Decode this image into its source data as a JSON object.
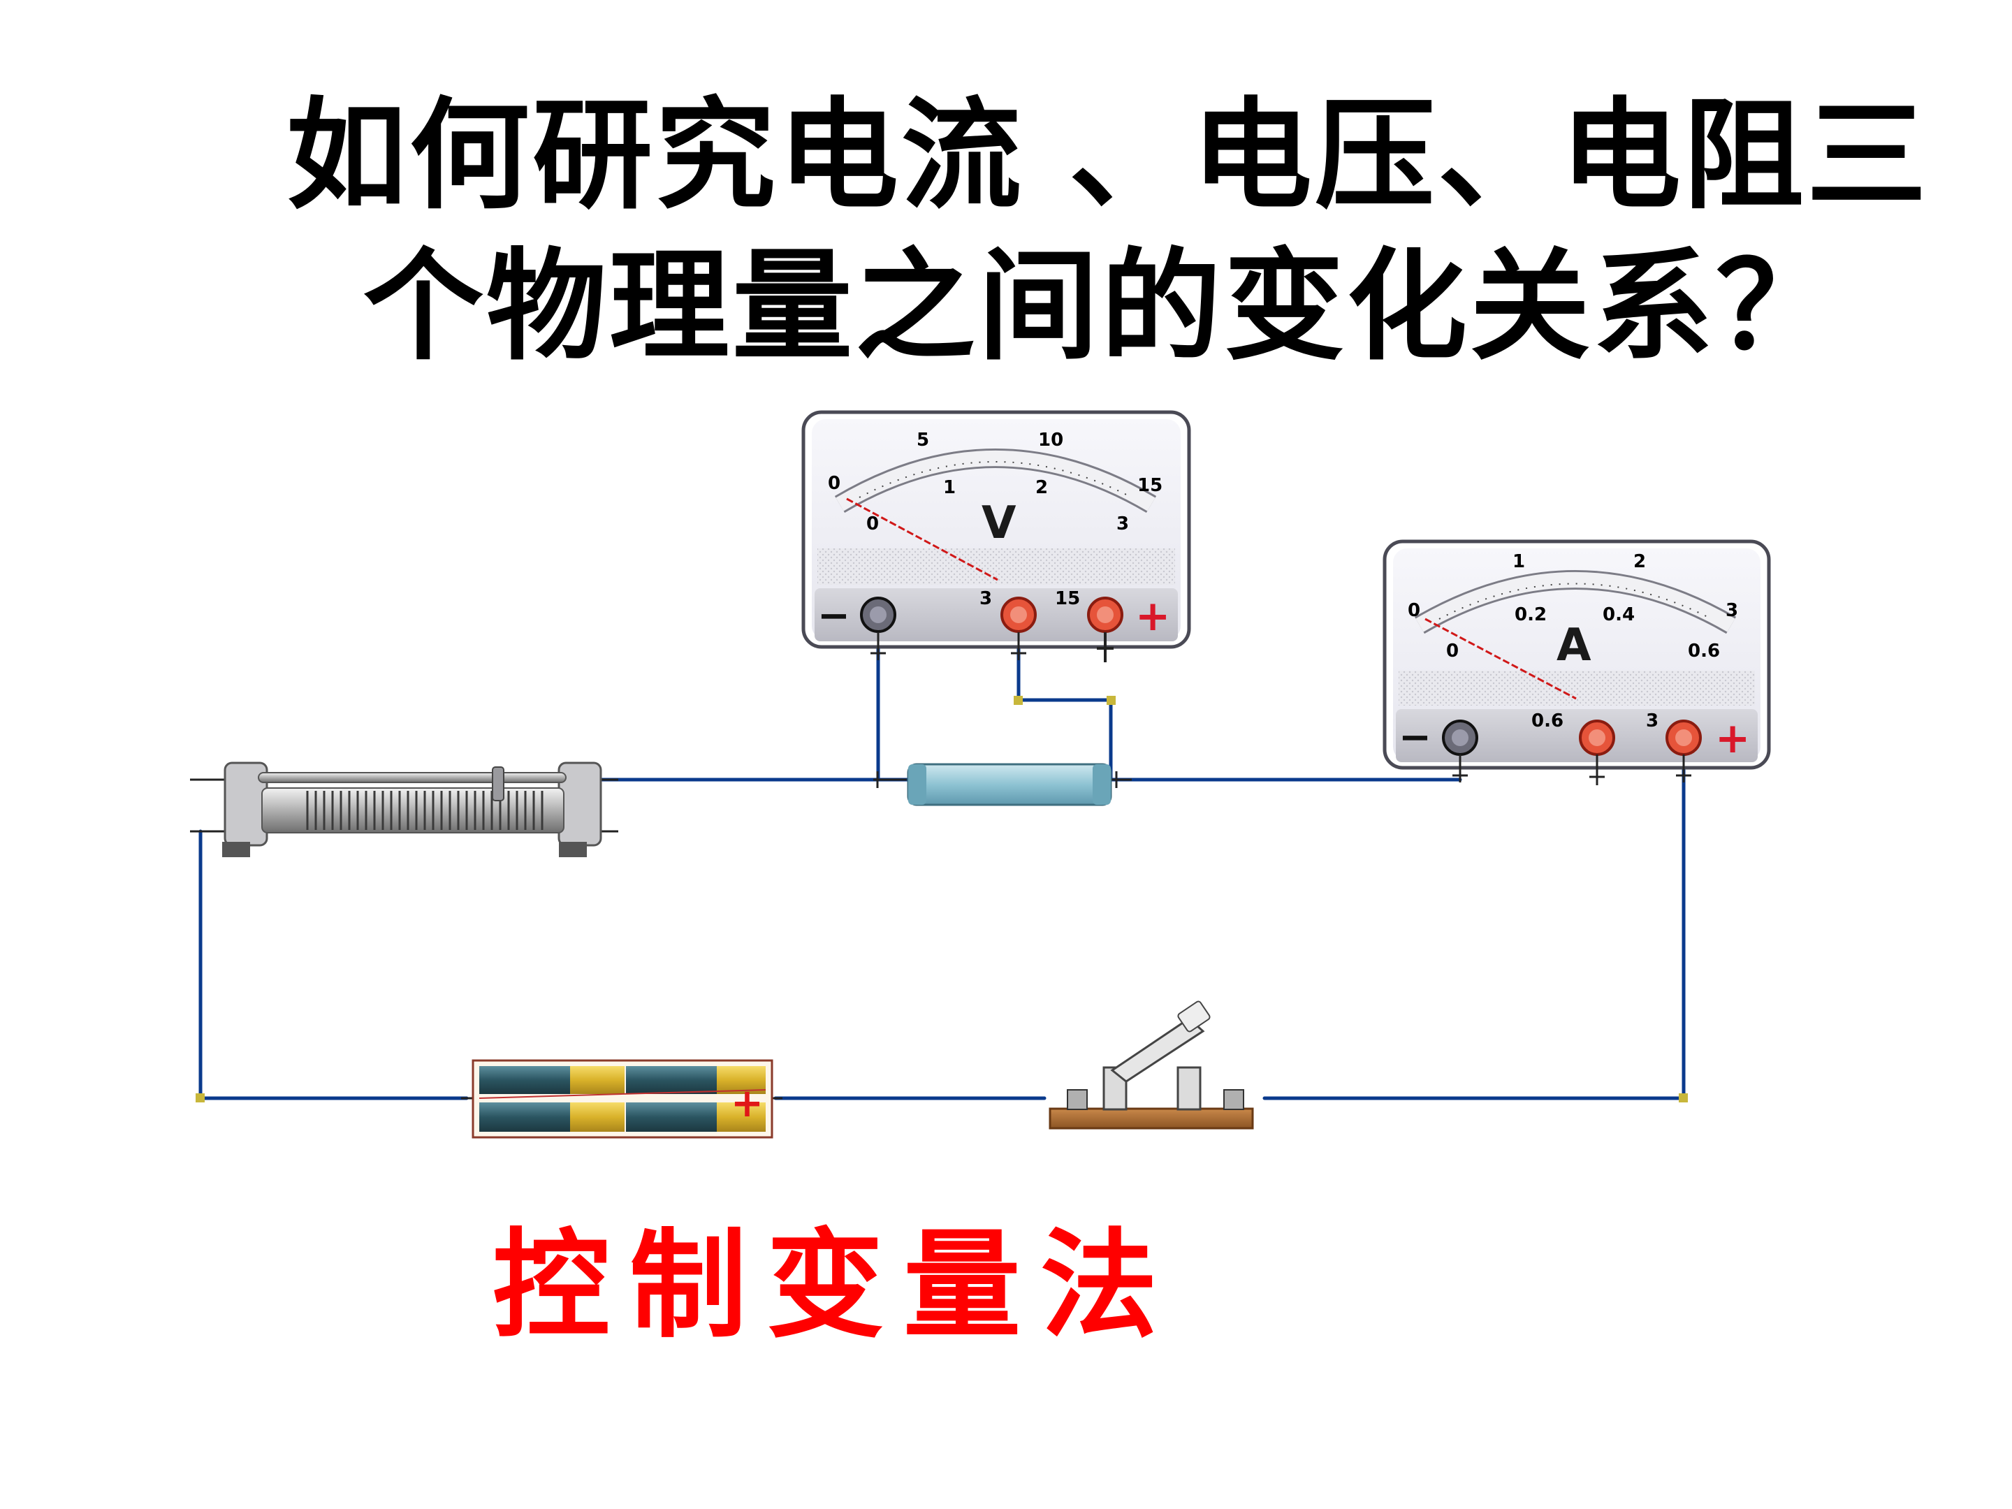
{
  "title": {
    "line1": "如何研究电流 、电压、电阻三",
    "line2": "个物理量之间的变化关系？"
  },
  "method_label": "控制变量法",
  "voltmeter": {
    "unit": "V",
    "upper_scale": [
      "0",
      "5",
      "10",
      "15"
    ],
    "lower_scale": [
      "0",
      "1",
      "2",
      "3"
    ],
    "terminal_minus": "−",
    "terminal_3_label": "3",
    "terminal_15_label": "15",
    "terminal_plus": "+",
    "needle_reading": 0
  },
  "ammeter": {
    "unit": "A",
    "upper_scale": [
      "0",
      "1",
      "2",
      "3"
    ],
    "lower_scale": [
      "0",
      "0.2",
      "0.4",
      "0.6"
    ],
    "terminal_minus": "−",
    "terminal_06_label": "0.6",
    "terminal_3_label": "3",
    "terminal_plus": "+",
    "needle_reading": 0
  },
  "battery": {
    "plus_sign": "+"
  },
  "colors": {
    "wire": "#0a3a8c",
    "terminal_red": "#d9402a",
    "method_text": "#ff0000",
    "title_text": "#000000"
  }
}
